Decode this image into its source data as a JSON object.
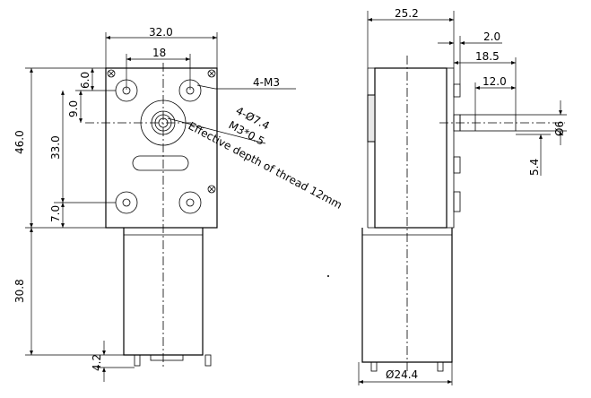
{
  "front_view": {
    "dims": {
      "width": "32.0",
      "hole_spacing": "18",
      "top_offset": "6.0",
      "hole_to_shaft": "9.0",
      "hole_vertical": "33.0",
      "bottom_offset": "7.0",
      "gearbox_height": "46.0",
      "motor_length": "30.8",
      "terminal_length": "4.2"
    },
    "callouts": {
      "screw_thread": "4-M3",
      "boss_diameter": "4-Ø7.4",
      "shaft_thread": "M3*0.5",
      "thread_depth": "Effective depth of thread 12mm"
    }
  },
  "side_view": {
    "dims": {
      "gearbox_depth": "25.2",
      "flange_thickness": "2.0",
      "shaft_total": "18.5",
      "shaft_flat": "12.0",
      "shaft_diameter": "Ø6",
      "flat_depth": "5.4",
      "motor_diameter": "Ø24.4"
    }
  }
}
